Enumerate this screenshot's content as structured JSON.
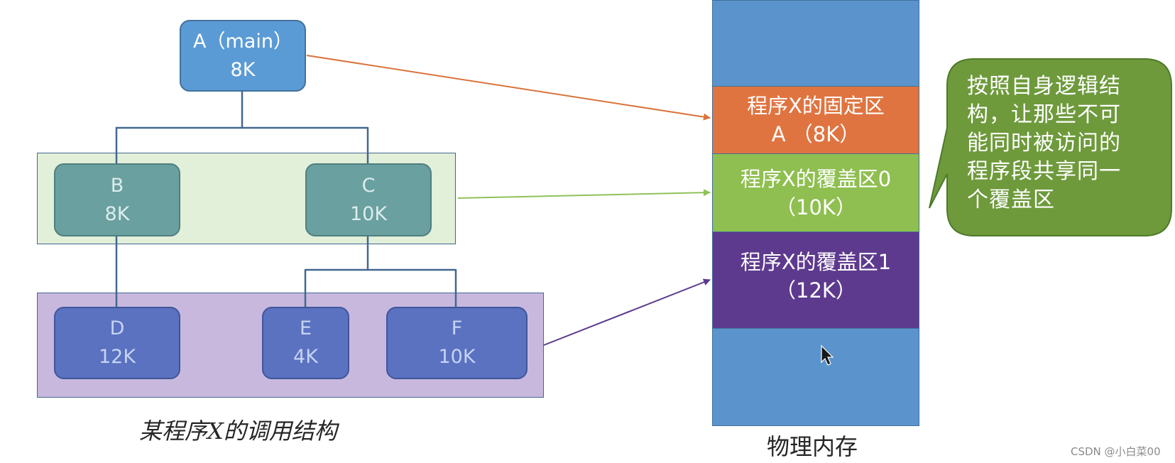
{
  "tree": {
    "root": {
      "name": "A（main）",
      "size": "8K"
    },
    "level1": [
      {
        "name": "B",
        "size": "8K"
      },
      {
        "name": "C",
        "size": "10K"
      }
    ],
    "level2": [
      {
        "name": "D",
        "size": "12K"
      },
      {
        "name": "E",
        "size": "4K"
      },
      {
        "name": "F",
        "size": "10K"
      }
    ],
    "caption": "某程序X的调用结构"
  },
  "memory": {
    "fixed": {
      "line1": "程序X的固定区",
      "line2": "A （8K）"
    },
    "overlay0": {
      "line1": "程序X的覆盖区0",
      "line2": "（10K）"
    },
    "overlay1": {
      "line1": "程序X的覆盖区1",
      "line2": "（12K）"
    },
    "caption": "物理内存"
  },
  "callout": {
    "lines": [
      "按照自身逻辑结",
      "构，让那些不可",
      "能同时被访问的",
      "程序段共享同一",
      "个覆盖区"
    ]
  },
  "watermark": "CSDN @小白菜00",
  "colors": {
    "memory_free": "#5b94cc",
    "fixed_area": "#e07440",
    "overlay0": "#8fbf50",
    "overlay1": "#5e3a8e",
    "callout": "#6e9a3c",
    "arrow_fixed": "#d9733a",
    "arrow_overlay0": "#8fc25a",
    "arrow_overlay1": "#5a3a8e"
  },
  "icons": {
    "cursor": "mouse-pointer-icon"
  }
}
